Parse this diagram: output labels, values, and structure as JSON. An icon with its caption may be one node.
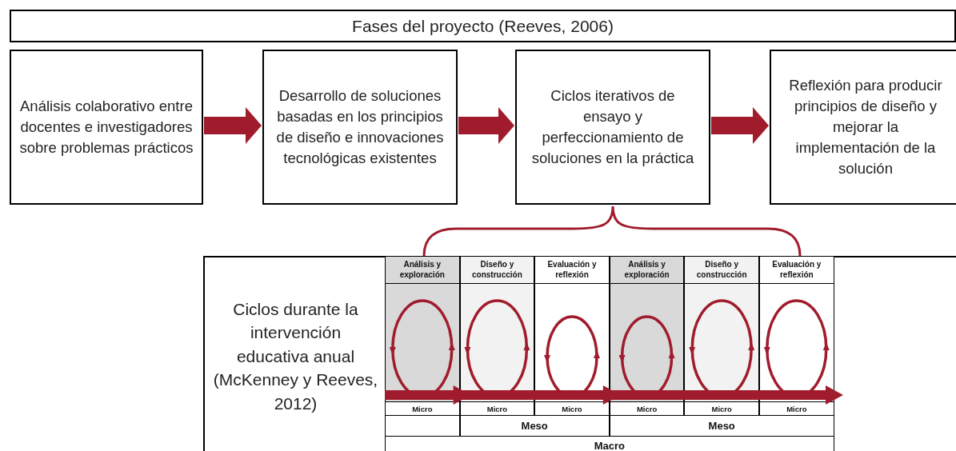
{
  "diagram": {
    "nodes": [
      {
        "text": [
          "Fases del proyecto (Reeves, 2006)"
        ]
      },
      {
        "text": [
          "Análisis colaborativo entre docentes e investigadores sobre problemas prácticos"
        ]
      },
      {
        "text": [
          "Desarrollo de soluciones basadas en los principios de diseño e innovaciones tecnológicas existentes"
        ]
      },
      {
        "text": [
          "Ciclos iterativos de ensayo y perfeccionamiento de soluciones en la práctica"
        ]
      },
      {
        "text": [
          "Reflexión para producir principios de diseño y mejorar la implementación de la solución"
        ]
      },
      {
        "text": [
          "Ciclos durante la intervención educativa anual (McKenney y Reeves, 2012)"
        ]
      }
    ],
    "edges": [
      {
        "from": 1,
        "to": 2,
        "arrow": "to"
      },
      {
        "from": 2,
        "to": 3,
        "arrow": "to"
      },
      {
        "from": 3,
        "to": 4,
        "arrow": "to"
      }
    ],
    "labels": [
      "Análisis y exploración",
      "Diseño y construcción",
      "Evaluación y reflexión",
      "Análisis y exploración",
      "Diseño y construcción",
      "Evaluación y reflexión",
      "Micro",
      "Micro",
      "Micro",
      "Micro",
      "Micro",
      "Micro",
      "Meso",
      "Meso",
      "Macro"
    ]
  }
}
